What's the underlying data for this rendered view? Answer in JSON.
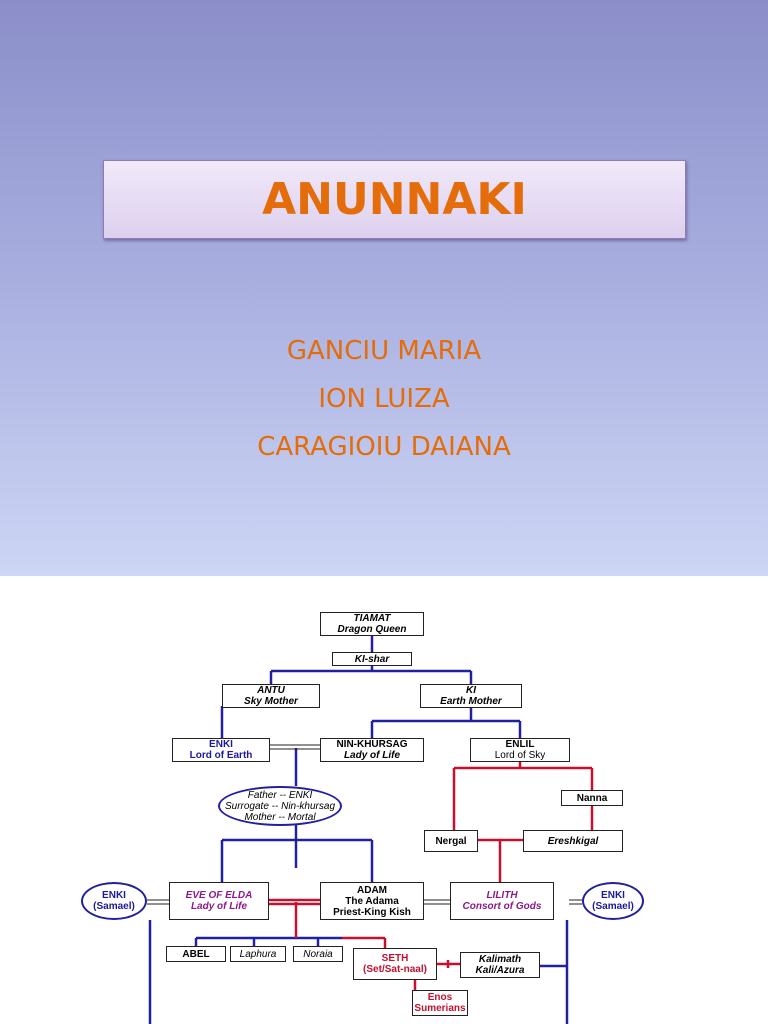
{
  "slide": {
    "title": "ANUNNAKI",
    "authors": [
      "GANCIU MARIA",
      "ION LUIZA",
      "CARAGIOIU DAIANA"
    ]
  },
  "tree": {
    "tiamat": {
      "name": "TIAMAT",
      "title": "Dragon Queen"
    },
    "kishar": {
      "name": "KI-shar"
    },
    "antu": {
      "name": "ANTU",
      "title": "Sky Mother"
    },
    "ki": {
      "name": "KI",
      "title": "Earth Mother"
    },
    "enki": {
      "name": "ENKI",
      "title": "Lord of Earth"
    },
    "ninkhursag": {
      "name": "NIN-KHURSAG",
      "title": "Lady of Life"
    },
    "enlil": {
      "name": "ENLIL",
      "title": "Lord of Sky"
    },
    "nanna": {
      "name": "Nanna"
    },
    "parent_note": {
      "line1": "Father -- ENKI",
      "line2": "Surrogate -- Nin-khursag",
      "line3": "Mother -- Mortal"
    },
    "nergal": {
      "name": "Nergal"
    },
    "ereshkigal": {
      "name": "Ereshkigal"
    },
    "enki_left": {
      "name": "ENKI",
      "alias": "(Samael)"
    },
    "eve": {
      "name": "EVE OF ELDA",
      "title": "Lady of Life"
    },
    "adam": {
      "name": "ADAM",
      "line2": "The Adama",
      "line3": "Priest-King Kish"
    },
    "lilith": {
      "name": "LILITH",
      "title": "Consort of Gods"
    },
    "enki_right": {
      "name": "ENKI",
      "alias": "(Samael)"
    },
    "abel": {
      "name": "ABEL"
    },
    "laphura": {
      "name": "Laphura"
    },
    "noraia": {
      "name": "Noraia"
    },
    "seth": {
      "name": "SETH",
      "alias": "(Set/Sat-naal)"
    },
    "kalimath": {
      "name": "Kalimath",
      "alias": "Kali/Azura"
    },
    "enos": {
      "name": "Enos",
      "alias": "Sumerians"
    }
  },
  "colors": {
    "blue_line": "#2020a0",
    "red_line": "#c8102e",
    "title_orange": "#e46c0a"
  }
}
